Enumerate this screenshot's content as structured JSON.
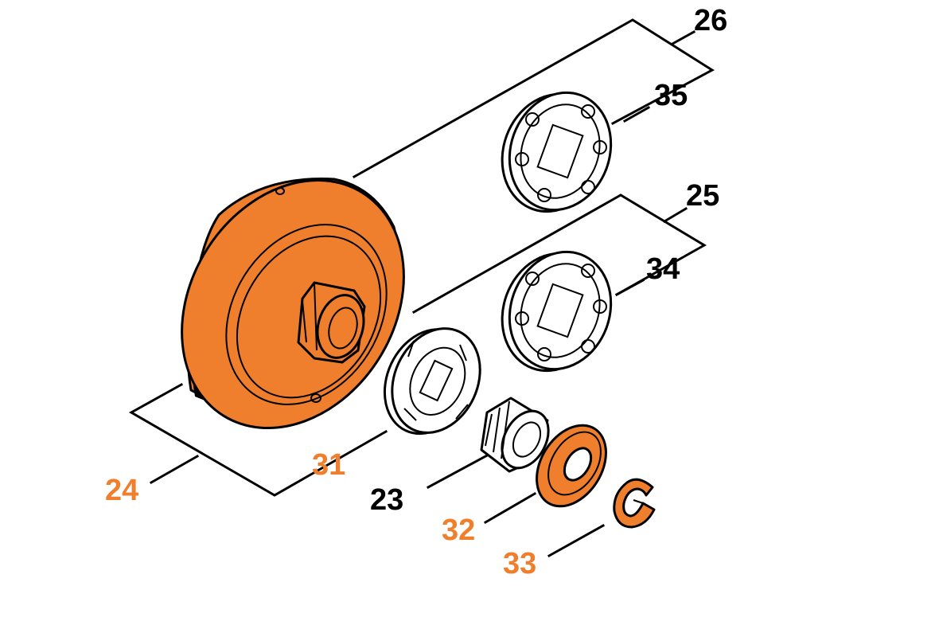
{
  "colors": {
    "highlight": "#f07f2d",
    "ink": "#000000",
    "background": "#ffffff",
    "part_fill": "#ffffff"
  },
  "callouts": [
    {
      "id": "c26",
      "label": "26",
      "highlighted": false
    },
    {
      "id": "c35",
      "label": "35",
      "highlighted": false
    },
    {
      "id": "c25",
      "label": "25",
      "highlighted": false
    },
    {
      "id": "c34",
      "label": "34",
      "highlighted": false
    },
    {
      "id": "c31",
      "label": "31",
      "highlighted": true
    },
    {
      "id": "c24",
      "label": "24",
      "highlighted": true
    },
    {
      "id": "c23",
      "label": "23",
      "highlighted": false
    },
    {
      "id": "c32",
      "label": "32",
      "highlighted": true
    },
    {
      "id": "c33",
      "label": "33",
      "highlighted": true
    }
  ]
}
